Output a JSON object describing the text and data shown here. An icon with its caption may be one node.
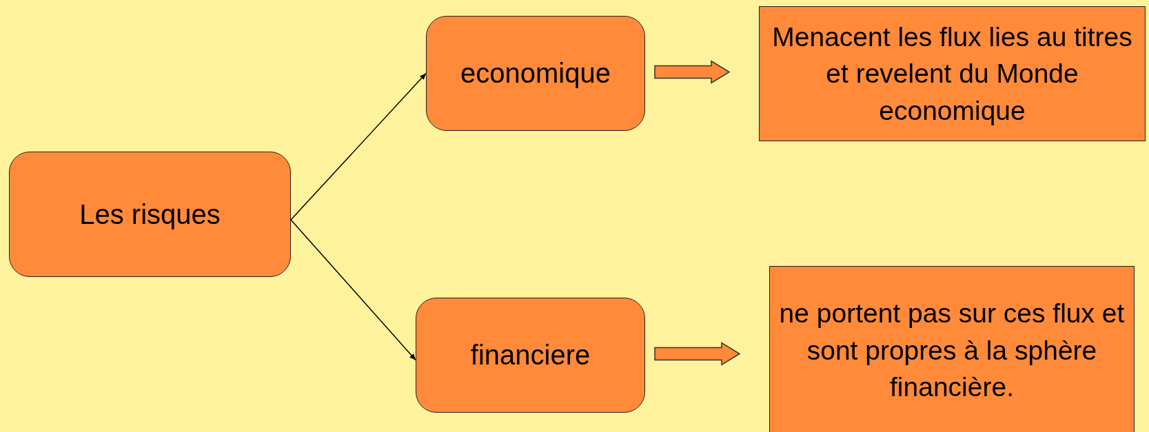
{
  "diagram": {
    "nodes": [
      {
        "text": [
          "Les risques"
        ]
      },
      {
        "text": [
          "economique"
        ]
      },
      {
        "text": [
          "financiere"
        ]
      },
      {
        "text": [
          "Menacent les flux lies au titres et revelent du Monde economique"
        ]
      },
      {
        "text": [
          "ne portent pas sur ces flux et sont propres à la sphère financière."
        ]
      }
    ],
    "edges": [
      {
        "from": 0,
        "to": 1,
        "arrow": "to"
      },
      {
        "from": 0,
        "to": 2,
        "arrow": "to"
      },
      {
        "from": 1,
        "to": 3,
        "arrow": "to",
        "style": "thick"
      },
      {
        "from": 2,
        "to": 4,
        "arrow": "to",
        "style": "thick"
      }
    ]
  }
}
